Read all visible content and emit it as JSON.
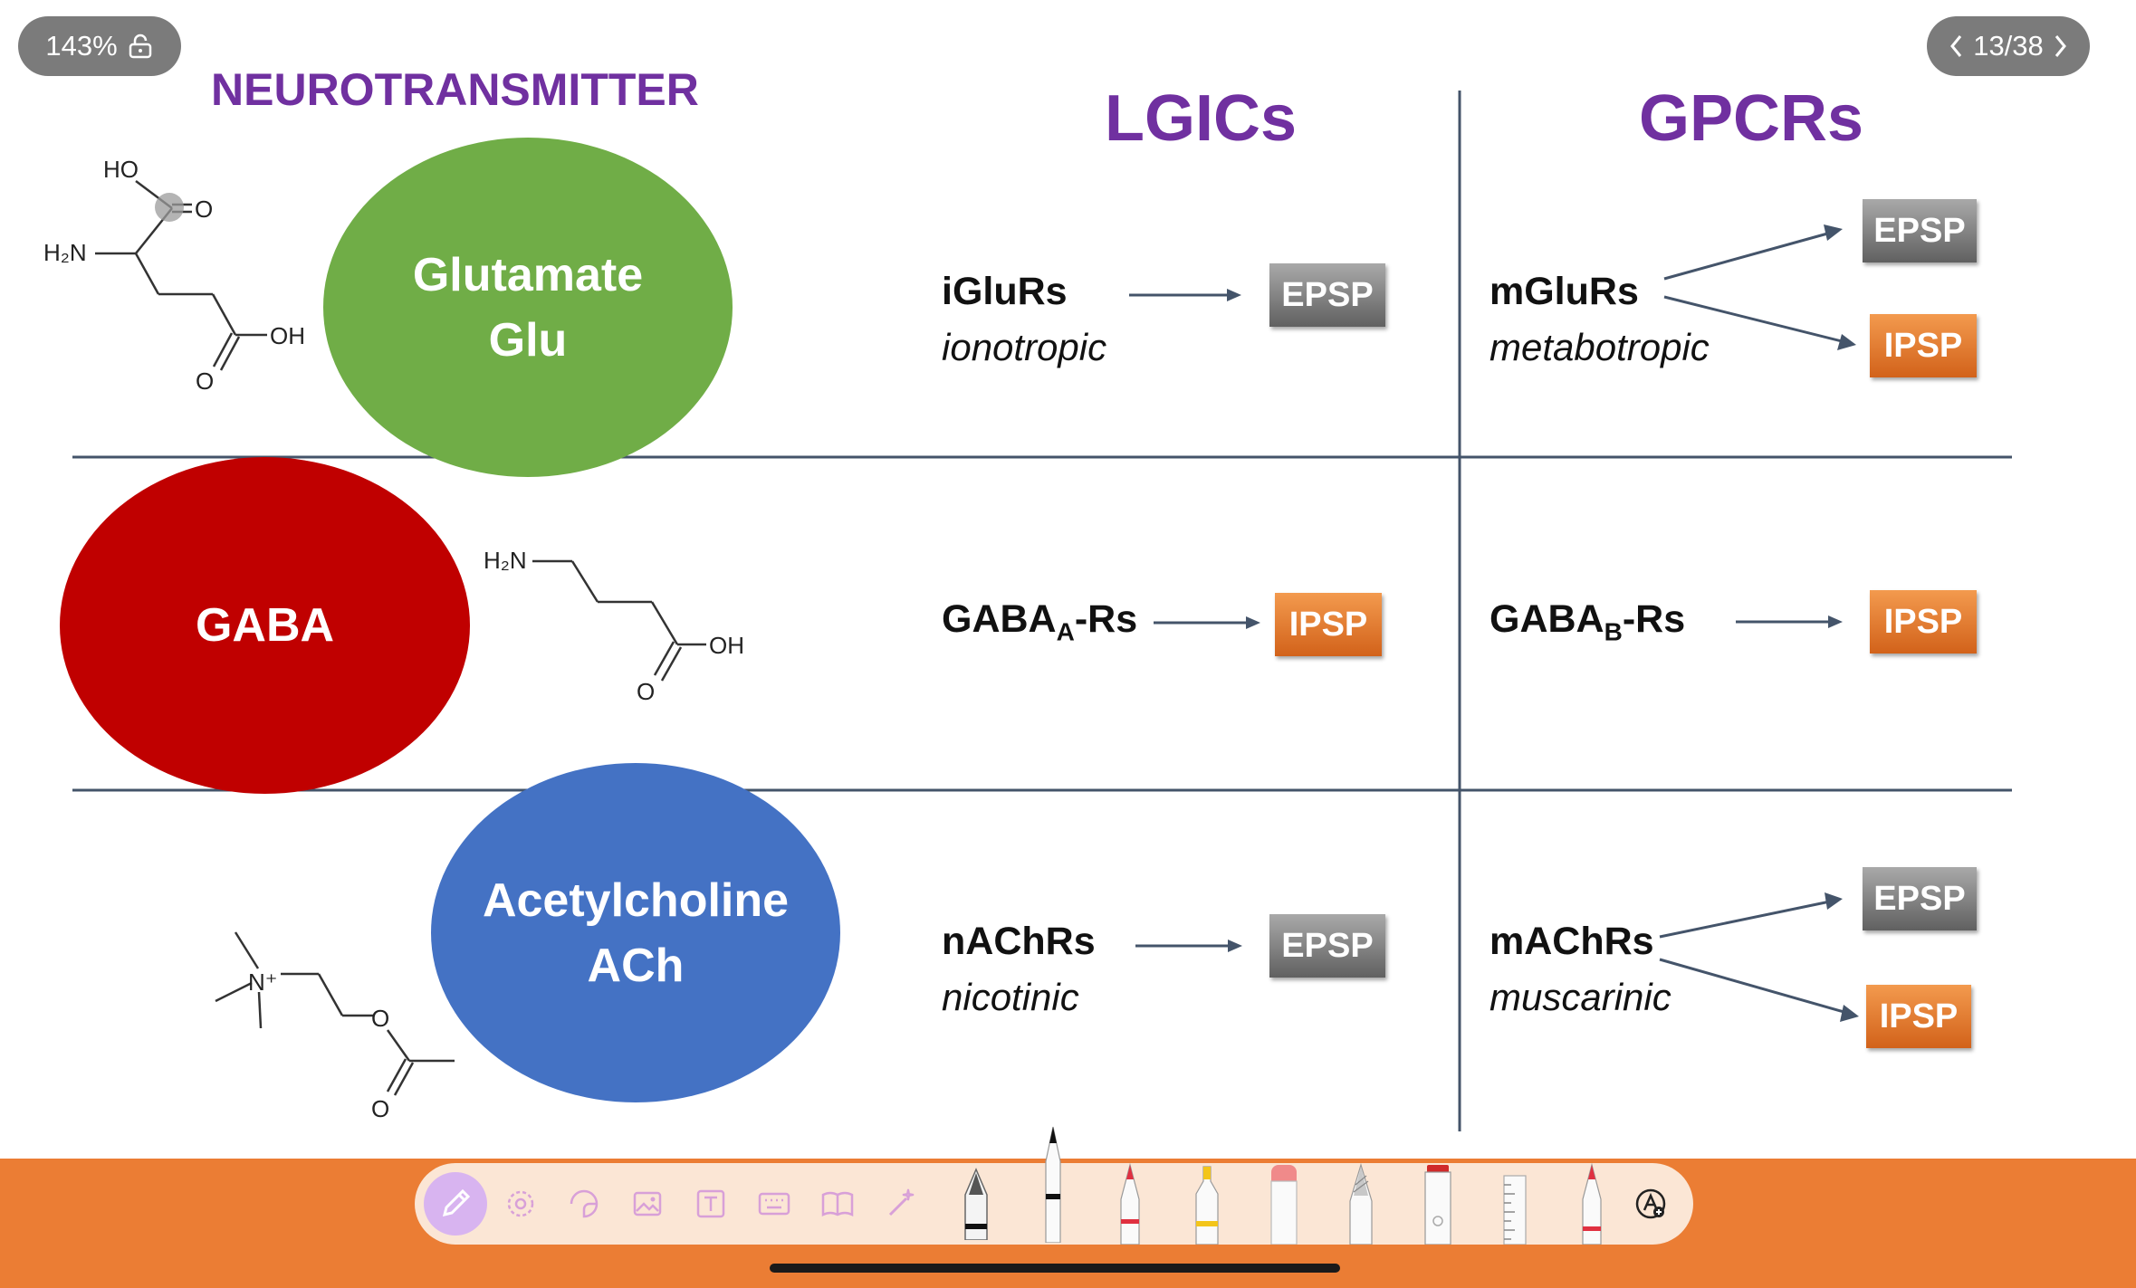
{
  "zoom": {
    "label": "143%",
    "icon": "lock-open-icon"
  },
  "pager": {
    "label": "13/38",
    "prev_icon": "chevron-left-icon",
    "next_icon": "chevron-right-icon"
  },
  "slide": {
    "title": "NEUROTRANSMITTER",
    "col_lgics": "LGICs",
    "col_gpcrs": "GPCRs",
    "rows": [
      {
        "nt_line1": "Glutamate",
        "nt_line2": "Glu",
        "nt_color": "#70ad47",
        "molecule_labels": {
          "ho": "HO",
          "o1": "O",
          "h2n": "H₂N",
          "oh": "OH",
          "o2": "O"
        },
        "lgic_name": "iGluRs",
        "lgic_sub": "ionotropic",
        "lgic_out": "EPSP",
        "gpcr_name": "mGluRs",
        "gpcr_sub": "metabotropic",
        "gpcr_out1": "EPSP",
        "gpcr_out2": "IPSP"
      },
      {
        "nt_line1": "GABA",
        "nt_color": "#c00000",
        "molecule_labels": {
          "h2n": "H₂N",
          "oh": "OH",
          "o": "O"
        },
        "lgic_name_base": "GABA",
        "lgic_name_sub": "A",
        "lgic_name_tail": "-Rs",
        "lgic_out": "IPSP",
        "gpcr_name_base": "GABA",
        "gpcr_name_sub": "B",
        "gpcr_name_tail": "-Rs",
        "gpcr_out": "IPSP"
      },
      {
        "nt_line1": "Acetylcholine",
        "nt_line2": "ACh",
        "nt_color": "#4472c4",
        "molecule_labels": {
          "n": "N⁺",
          "o1": "O",
          "o2": "O"
        },
        "lgic_name": "nAChRs",
        "lgic_sub": "nicotinic",
        "lgic_out": "EPSP",
        "gpcr_name": "mAChRs",
        "gpcr_sub": "muscarinic",
        "gpcr_out1": "EPSP",
        "gpcr_out2": "IPSP"
      }
    ]
  },
  "colors": {
    "heading": "#7030a0",
    "toolbar": "#eb7d34",
    "toolbar_pill": "#fbe6d5",
    "epsp": "#808080",
    "ipsp": "#e46c0a"
  },
  "toolbar": {
    "tools": [
      "pencil-icon",
      "lasso-icon",
      "sticker-icon",
      "image-icon",
      "text-box-icon",
      "keyboard-icon",
      "book-icon",
      "magic-wand-icon"
    ],
    "pens": [
      "fountain-pen-icon",
      "ballpoint-pen-icon",
      "red-pen-icon",
      "yellow-highlighter-icon",
      "eraser-icon",
      "pencil-tool-icon",
      "brush-pen-icon",
      "ruler-icon",
      "red-marker-icon",
      "add-pen-icon"
    ]
  }
}
